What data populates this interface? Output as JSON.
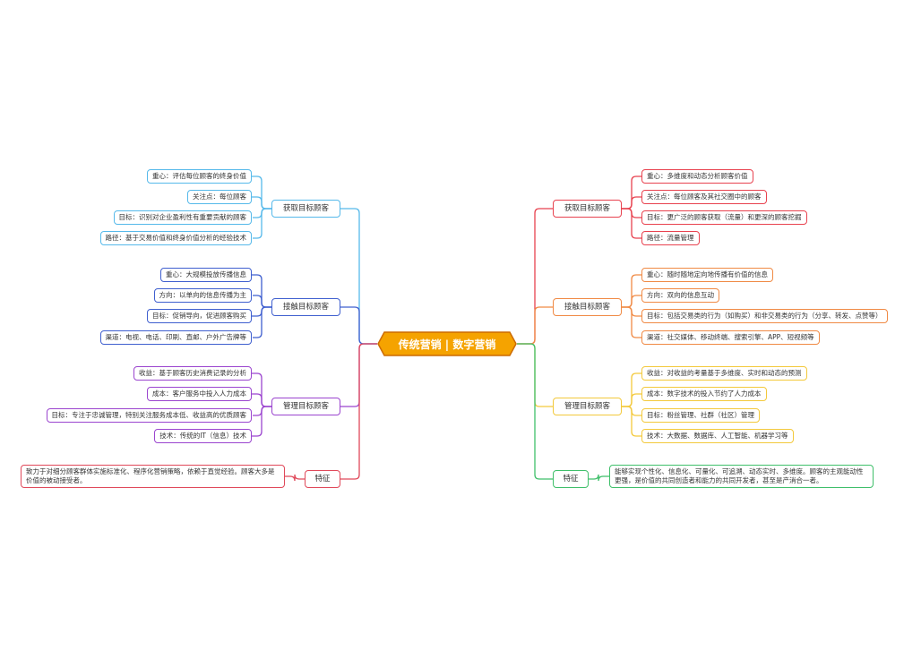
{
  "center": {
    "title": "传统营销 | 数字营销",
    "color": "#f5a300",
    "border": "#cc6b00"
  },
  "left": [
    {
      "label": "获取目标顾客",
      "color": "#56b9ea",
      "items": [
        "重心：评估每位顾客的终身价值",
        "关注点：每位顾客",
        "目标：识别对企业盈利性有重要贡献的顾客",
        "路径：基于交易价值和终身价值分析的经验技术"
      ]
    },
    {
      "label": "接触目标顾客",
      "color": "#3f5fcf",
      "items": [
        "重心：大规模投放传播信息",
        "方向：以单向的信息传播为主",
        "目标：促销导向，促进顾客购买",
        "渠道：电视、电话、印刷、直邮、户外广告牌等"
      ]
    },
    {
      "label": "管理目标顾客",
      "color": "#9b45cf",
      "items": [
        "收益：基于顾客历史消费记录的分析",
        "成本：客户服务中投入人力成本",
        "目标：专注于忠诚管理，特别关注服务成本低、收益高的优质顾客",
        "技术：传统的IT（信息）技术"
      ]
    },
    {
      "label": "特征",
      "color": "#e0495a",
      "items": [
        "致力于对细分顾客群体实施标准化、程序化营销策略，依赖于直觉经验。顾客大多是价值的被动接受者。"
      ]
    }
  ],
  "right": [
    {
      "label": "获取目标顾客",
      "color": "#e8424f",
      "items": [
        "重心：多维度和动态分析顾客价值",
        "关注点：每位顾客及其社交圈中的顾客",
        "目标：更广泛的顾客获取（流量）和更深的顾客挖掘",
        "路径：流量管理"
      ]
    },
    {
      "label": "接触目标顾客",
      "color": "#f08a45",
      "items": [
        "重心：随时随地定向地传播有价值的信息",
        "方向：双向的信息互动",
        "目标：包括交易类的行为（如购买）和非交易类的行为（分享、转发、点赞等）",
        "渠道：社交媒体、移动终端、搜索引擎、APP、短视频等"
      ]
    },
    {
      "label": "管理目标顾客",
      "color": "#f3c93c",
      "items": [
        "收益：对收益的考量基于多维度、实时和动态的预测",
        "成本：数字技术的投入节约了人力成本",
        "目标：粉丝管理、社群（社区）管理",
        "技术：大数据、数据库、人工智能、机器学习等"
      ]
    },
    {
      "label": "特征",
      "color": "#3fbf6a",
      "items": [
        "能够实现个性化、信息化、可量化、可追溯、动态实时、多维度。顾客的主观能动性更强，是价值的共同创造者和能力的共同开发者，甚至是产消合一者。"
      ]
    }
  ]
}
